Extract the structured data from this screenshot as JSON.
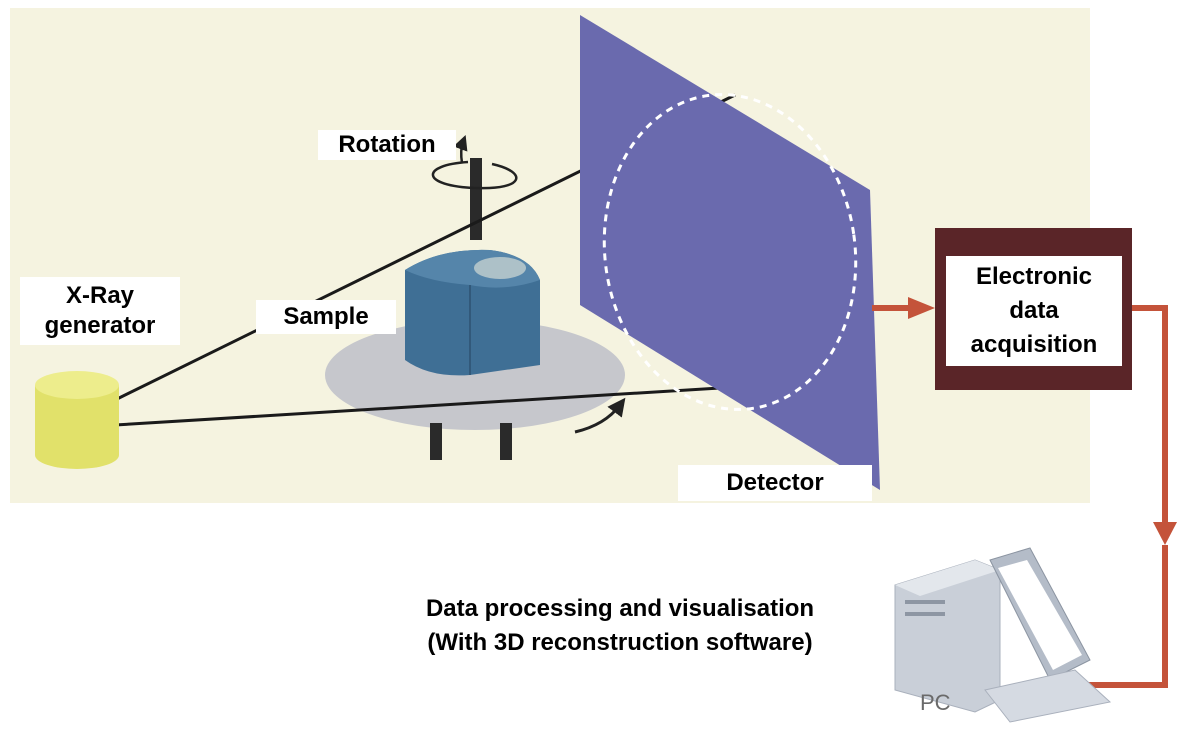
{
  "labels": {
    "rotation": "Rotation",
    "xray_line1": "X-Ray",
    "xray_line2": "generator",
    "sample": "Sample",
    "detector": "Detector",
    "eda_line1": "Electronic",
    "eda_line2": "data",
    "eda_line3": "acquisition",
    "processing_line1": "Data processing and visualisation",
    "processing_line2": "(With 3D reconstruction software)",
    "pc": "PC"
  },
  "colors": {
    "scene_background": "#f5f3e0",
    "detector_panel": "#6a6aae",
    "sample_body": "#3f6f95",
    "turntable": "#c6c7cc",
    "xray_source": "#e1e16a",
    "acquisition_box": "#5a2528",
    "signal_arrow": "#c4533a"
  }
}
